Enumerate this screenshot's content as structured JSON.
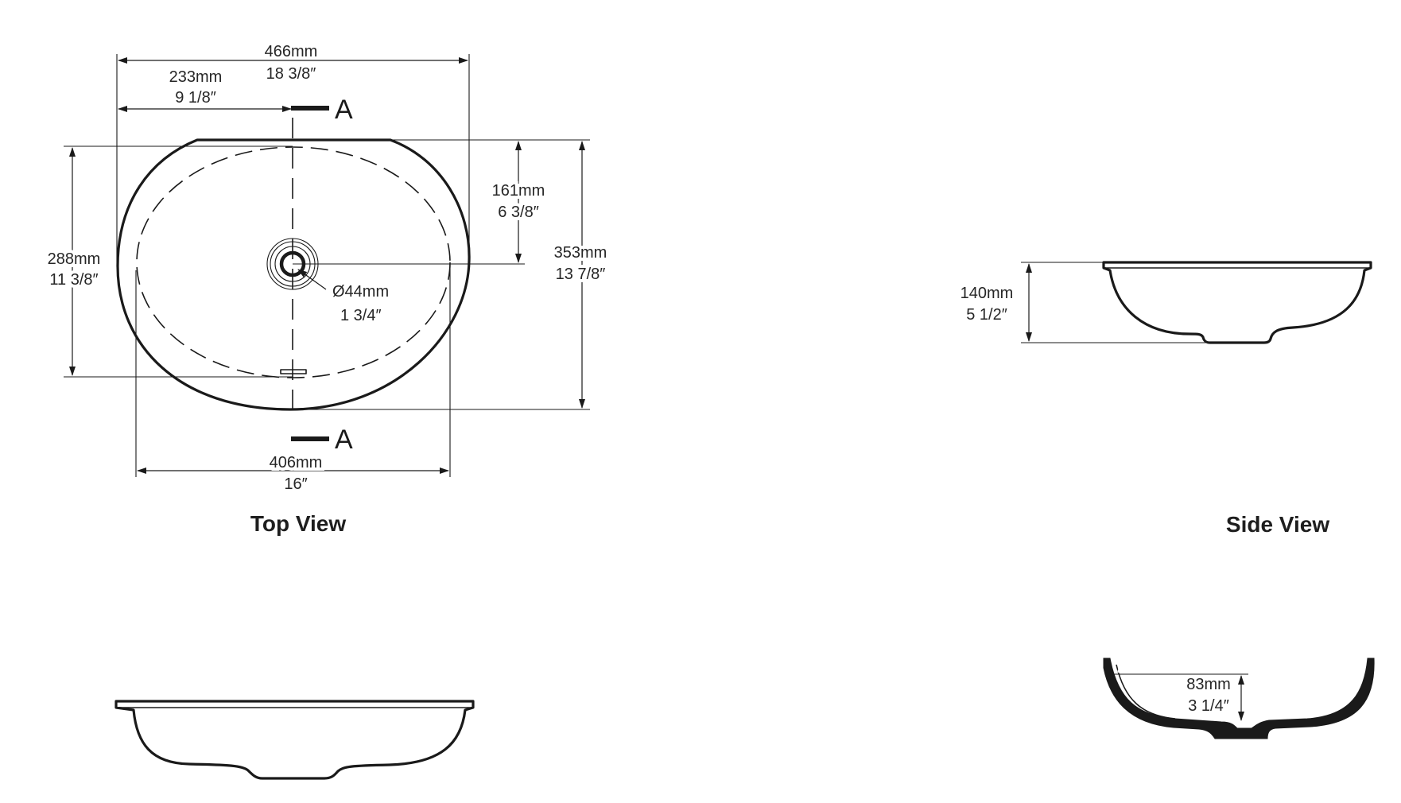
{
  "views": {
    "top": {
      "title": "Top View",
      "section_marker": "A",
      "overall_width": {
        "mm": "466mm",
        "inch": "18 3/8″"
      },
      "half_width": {
        "mm": "233mm",
        "inch": "9 1/8″"
      },
      "drain_offset": {
        "mm": "161mm",
        "inch": "6 3/8″"
      },
      "overall_depth": {
        "mm": "353mm",
        "inch": "13 7/8″"
      },
      "bowl_depth": {
        "mm": "288mm",
        "inch": "11 3/8″"
      },
      "drain_diameter": {
        "mm": "Ø44mm",
        "inch": "1 3/4″"
      },
      "bowl_width": {
        "mm": "406mm",
        "inch": "16″"
      }
    },
    "side": {
      "title": "Side View",
      "height": {
        "mm": "140mm",
        "inch": "5 1/2″"
      }
    },
    "section": {
      "bowl_depth": {
        "mm": "83mm",
        "inch": "3 1/4″"
      }
    }
  },
  "icons": {
    "section_marker_top": "section-cut-marker-icon",
    "section_marker_bottom": "section-cut-marker-icon",
    "drain": "drain-icon"
  }
}
